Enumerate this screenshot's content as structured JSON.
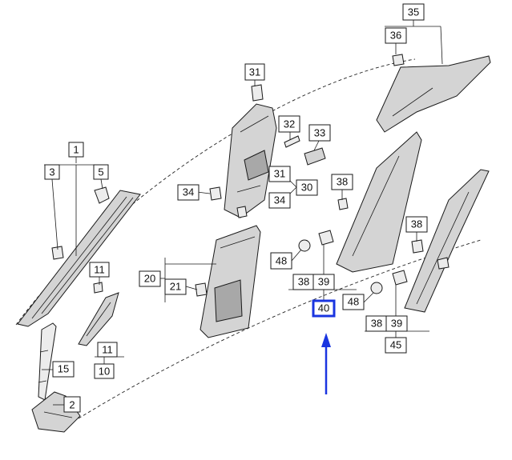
{
  "diagram": {
    "callouts": {
      "c1": "1",
      "c3": "3",
      "c5": "5",
      "c2": "2",
      "c10": "10",
      "c11a": "11",
      "c11b": "11",
      "c15": "15",
      "c20": "20",
      "c21": "21",
      "c31a": "31",
      "c31b": "31",
      "c30": "30",
      "c32": "32",
      "c33": "33",
      "c34a": "34",
      "c34b": "34",
      "c35": "35",
      "c36": "36",
      "c38a": "38",
      "c38b": "38",
      "c38c": "38",
      "c38d": "38",
      "c39a": "39",
      "c39b": "39",
      "c40": "40",
      "c45": "45",
      "c48a": "48",
      "c48b": "48"
    },
    "highlight_color": "#1a35e0",
    "arrow_color": "#1a35e0",
    "highlighted_part": "40"
  }
}
